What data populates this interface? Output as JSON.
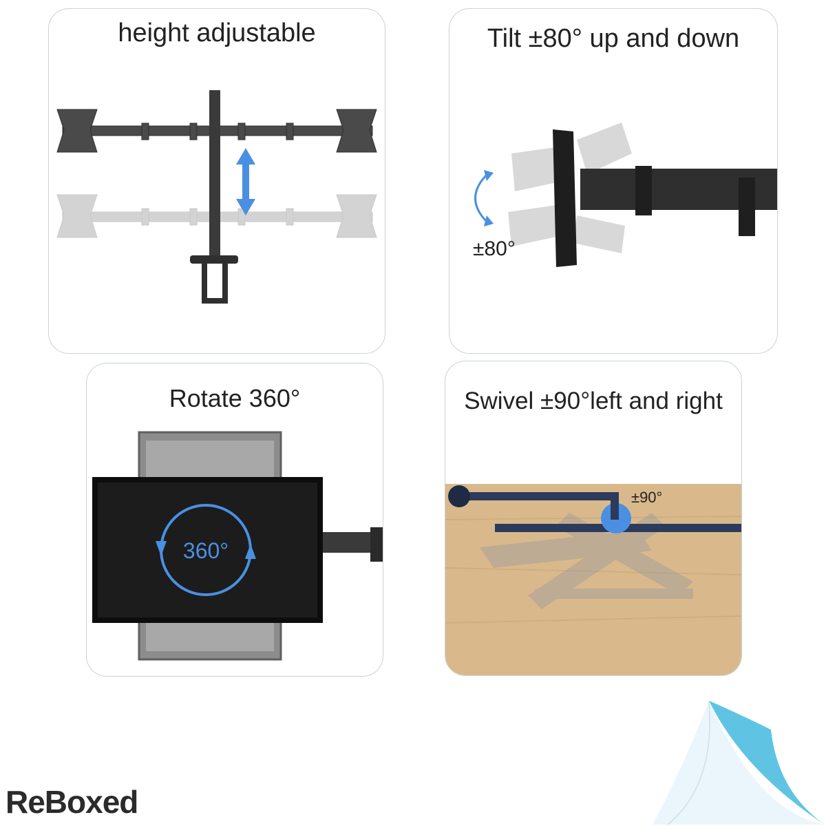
{
  "panels": [
    {
      "title": "height adjustable",
      "illustration": "dual-monitor-arm-height"
    },
    {
      "title": "Tilt ±80° up and down",
      "badge": "±80°",
      "illustration": "tilt-bracket"
    },
    {
      "title": "Rotate 360°",
      "badge": "360°",
      "illustration": "rotating-monitor"
    },
    {
      "title": "Swivel ±90°left and right",
      "badge": "±90°",
      "illustration": "swivel-monitor-desk"
    }
  ],
  "brand": {
    "logo_text": "ReBoxed"
  },
  "colors": {
    "accent_blue": "#4a90e2",
    "arm_dark": "#3a3a3a",
    "arm_light": "#bdbdbd",
    "corner_blue": "#5fc4e3",
    "wood": "#d9b98c"
  }
}
